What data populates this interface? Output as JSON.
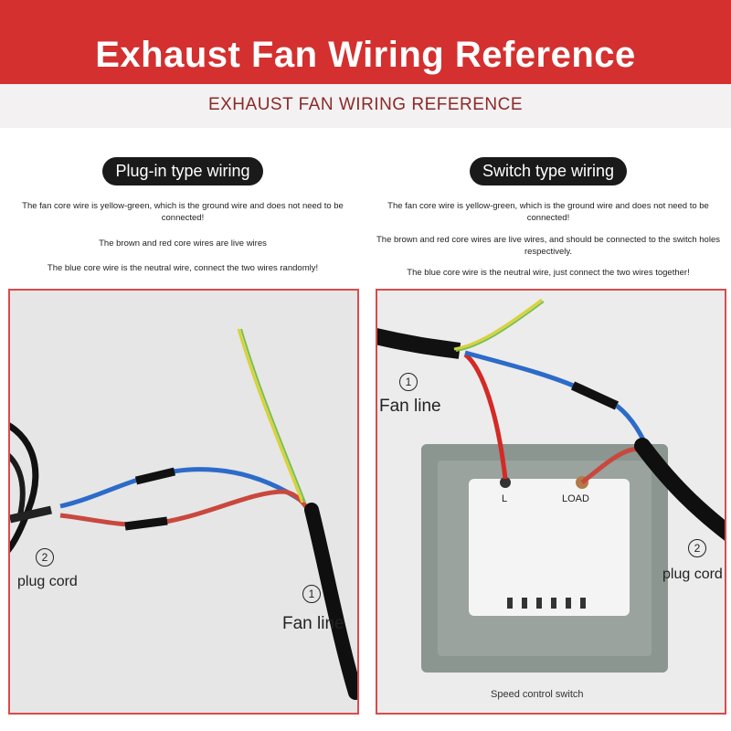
{
  "header": {
    "title": "Exhaust Fan Wiring Reference",
    "subtitle": "EXHAUST FAN WIRING REFERENCE"
  },
  "left_section": {
    "heading": "Plug-in type wiring",
    "notes": [
      "The fan core wire is yellow-green, which is the ground wire and does not need to be connected!",
      "The brown and red core wires are live wires",
      "The blue core wire is the neutral wire, connect the two wires randomly!"
    ],
    "labels": {
      "num_2": "2",
      "plug_cord": "plug cord",
      "num_1": "1",
      "fan_line": "Fan line"
    }
  },
  "right_section": {
    "heading": "Switch type wiring",
    "notes": [
      "The fan core wire is yellow-green, which is the ground wire and does not need to be connected!",
      "The brown and red core wires are live wires, and should be connected to the switch holes respectively.",
      "The blue core wire is the neutral wire, just connect the two wires together!"
    ],
    "labels": {
      "num_1": "1",
      "fan_line": "Fan line",
      "num_2": "2",
      "plug_cord": "plug cord",
      "terminal_l": "L",
      "terminal_load": "LOAD",
      "caption": "Speed control switch"
    }
  },
  "colors": {
    "header_red": "#d3302f",
    "panel_border": "#d94b4b",
    "wire_red": "#d42a26",
    "wire_blue": "#2c6bc9",
    "wire_yellow": "#d8d23a",
    "wire_green": "#7bbf4a",
    "cable_black": "#111111"
  }
}
